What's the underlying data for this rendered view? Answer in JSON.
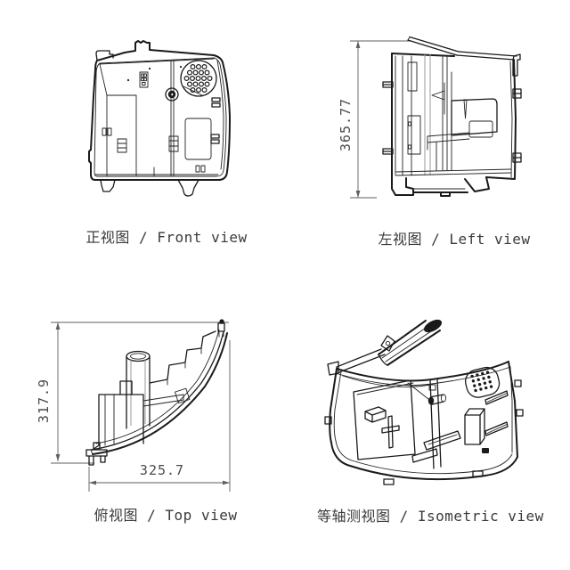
{
  "sheet": {
    "background": "#ffffff",
    "line_color": "#1a1a1a",
    "dim_color": "#5f5f5f",
    "caption_color": "#3b3b3b"
  },
  "views": {
    "front": {
      "caption": "正视图 / Front view"
    },
    "left": {
      "caption": "左视图 / Left view",
      "height_dim": "365.77"
    },
    "top": {
      "caption": "俯视图 / Top view",
      "height_dim": "317.9",
      "width_dim": "325.7"
    },
    "isometric": {
      "caption": "等轴测视图 / Isometric view"
    }
  }
}
